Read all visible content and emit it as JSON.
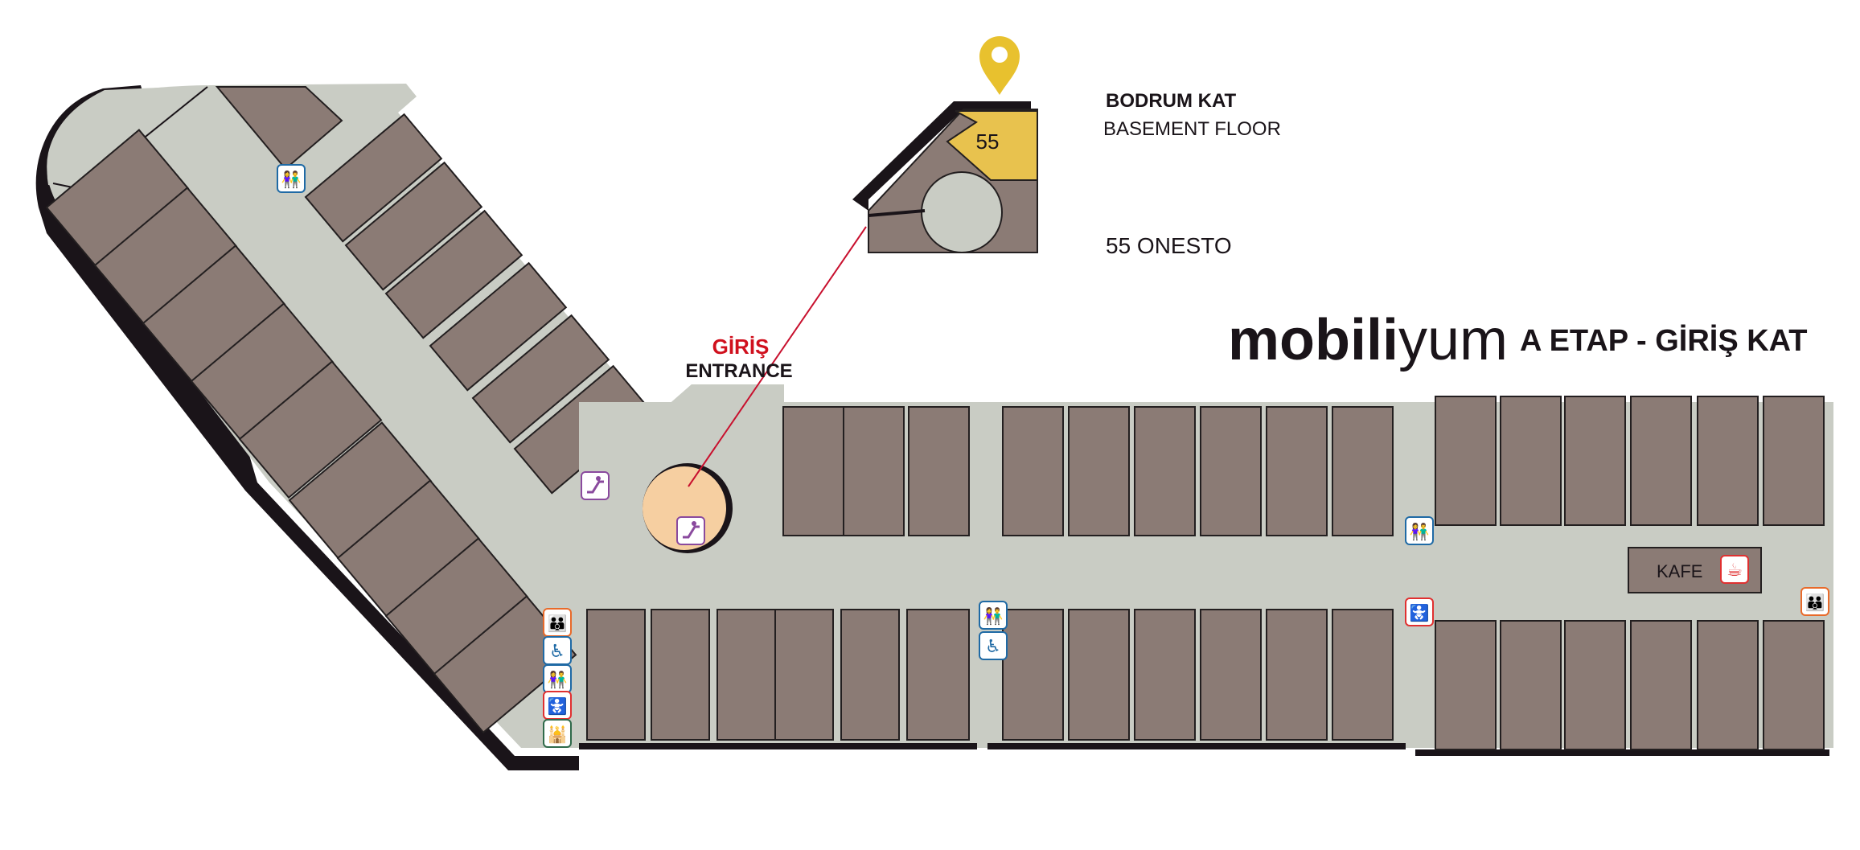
{
  "brand": {
    "logo_bold": "mobili",
    "logo_light": "yum",
    "floor_title": "A ETAP - GİRİŞ KAT"
  },
  "basement": {
    "title": "BODRUM KAT",
    "subtitle": "BASEMENT FLOOR",
    "unit_number": "55",
    "store_label": "55 ONESTO"
  },
  "entrance": {
    "label_tr": "GİRİŞ",
    "label_en": "ENTRANCE"
  },
  "cafe": {
    "label": "KAFE",
    "icon": "coffee-cup-icon"
  },
  "icons": {
    "restroom": "restroom-icon",
    "escalator": "escalator-icon",
    "accessible": "wheelchair-icon",
    "family": "family-room-icon",
    "baby_care": "baby-care-icon",
    "prayer_room": "prayer-room-icon",
    "location_pin": "location-pin-icon"
  },
  "colors": {
    "shop": "#8b7b75",
    "corridor": "#c9ccc4",
    "wall": "#1a1419",
    "highlight_unit": "#e8c24e",
    "pin": "#e8c12e",
    "escalator_circle": "#f6cfa1",
    "entrance_text": "#d0101d",
    "route_line": "#c8102e",
    "restroom_icon": "#1f6aa5",
    "escalator_icon": "#8a4a9e",
    "family_icon": "#e86a2a",
    "baby_care_icon": "#e03030",
    "prayer_icon": "#2f6a4a"
  }
}
